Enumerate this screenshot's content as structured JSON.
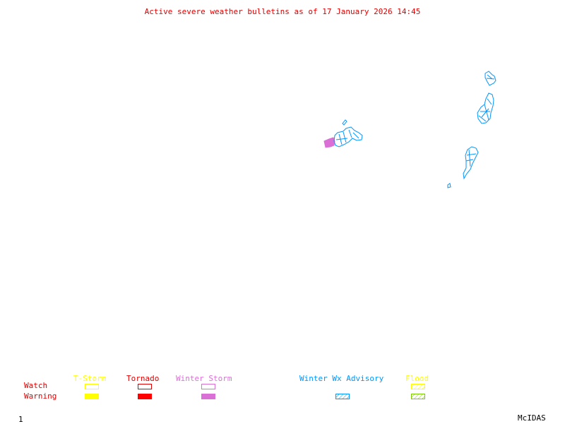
{
  "title": "Active severe weather bulletins as of 17 January 2026 14:45",
  "legend": {
    "row_labels": {
      "watch": "Watch",
      "warning": "Warning"
    },
    "row_label_color": "#e00000",
    "categories": [
      {
        "id": "tstorm",
        "label": "T-Storm",
        "color": "#ffff00",
        "watch": "outline",
        "warning": "solid"
      },
      {
        "id": "tornado",
        "label": "Tornado",
        "color": "#ff0000",
        "watch": "outline",
        "warning": "solid"
      },
      {
        "id": "winter-storm",
        "label": "Winter Storm",
        "color": "#da70d6",
        "watch": "outline",
        "warning": "solid"
      },
      {
        "id": "winter-wx-advisory",
        "label": "Winter Wx Advisory",
        "color": "#0096ff",
        "watch": null,
        "warning": "hatched"
      },
      {
        "id": "flood",
        "label": "Flood",
        "color": "#ffff00",
        "warning_color": "#7ccd00",
        "watch": "hatched",
        "warning": "hatched"
      }
    ]
  },
  "map": {
    "regions": [
      {
        "id": "great-lakes-winter-storm",
        "type": "Winter Storm Warning",
        "color": "#da70d6"
      },
      {
        "id": "great-lakes-advisory",
        "type": "Winter Wx Advisory",
        "color": "#0096ff"
      },
      {
        "id": "northeast-advisory-north",
        "type": "Winter Wx Advisory",
        "color": "#0096ff"
      },
      {
        "id": "northeast-advisory-mid",
        "type": "Winter Wx Advisory",
        "color": "#0096ff"
      },
      {
        "id": "northeast-advisory-south",
        "type": "Winter Wx Advisory",
        "color": "#0096ff"
      }
    ]
  },
  "footer": {
    "frame_number": "1",
    "software": "McIDAS"
  }
}
